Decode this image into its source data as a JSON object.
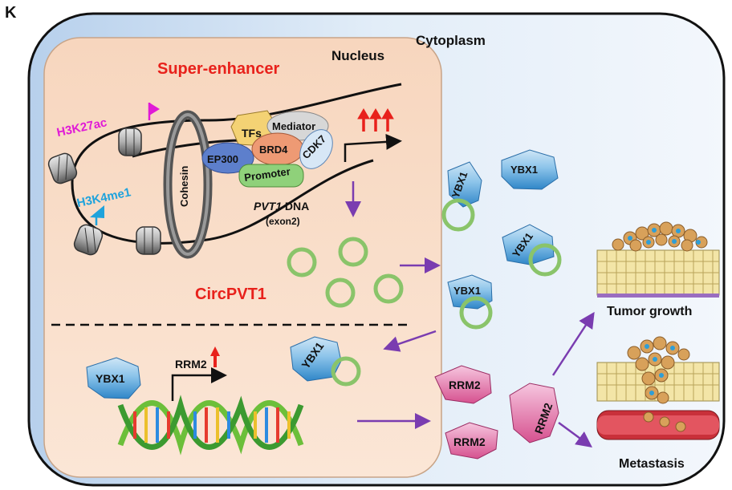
{
  "panel_letter": "K",
  "compartments": {
    "nucleus": "Nucleus",
    "cytoplasm": "Cytoplasm"
  },
  "super_enhancer": "Super-enhancer",
  "histone_marks": {
    "h3k27ac": "H3K27ac",
    "h3k4me1": "H3K4me1"
  },
  "complex": {
    "cohesin": "Cohesin",
    "tfs": "TFs",
    "mediator": "Mediator",
    "ep300": "EP300",
    "brd4": "BRD4",
    "cdk7": "CDK7",
    "promoter": "Promoter"
  },
  "pvt1": {
    "gene": "PVT1",
    "dna": " DNA",
    "exon": "(exon2)"
  },
  "circ_label": "CircPVT1",
  "ybx1": "YBX1",
  "rrm2": "RRM2",
  "outcomes": {
    "growth": "Tumor growth",
    "metastasis": "Metastasis"
  },
  "colors": {
    "red": "#e8211b",
    "magenta": "#e01ad6",
    "cyan": "#1fa3dc",
    "purple": "#7a3cb0",
    "circle_green": "#8ac46a",
    "nucleus_fill": "#f7d8c2",
    "cytoplasm_fill": "#dce9f6"
  }
}
